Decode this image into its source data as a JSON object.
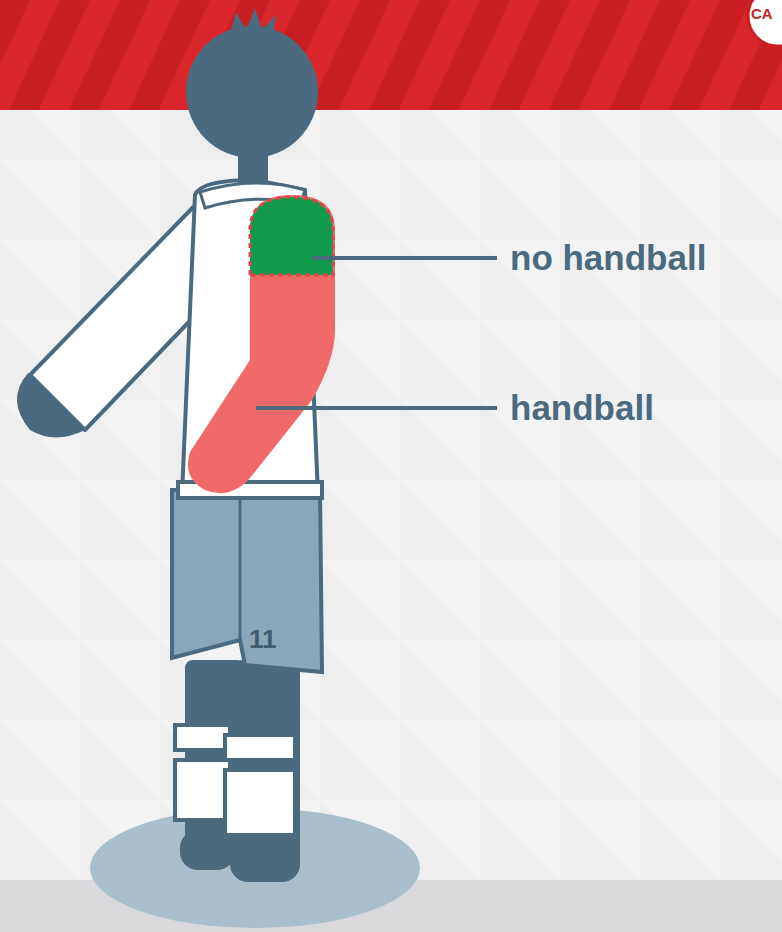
{
  "diagram": {
    "labels": [
      "CA",
      "no handball",
      "handball",
      "11"
    ]
  }
}
